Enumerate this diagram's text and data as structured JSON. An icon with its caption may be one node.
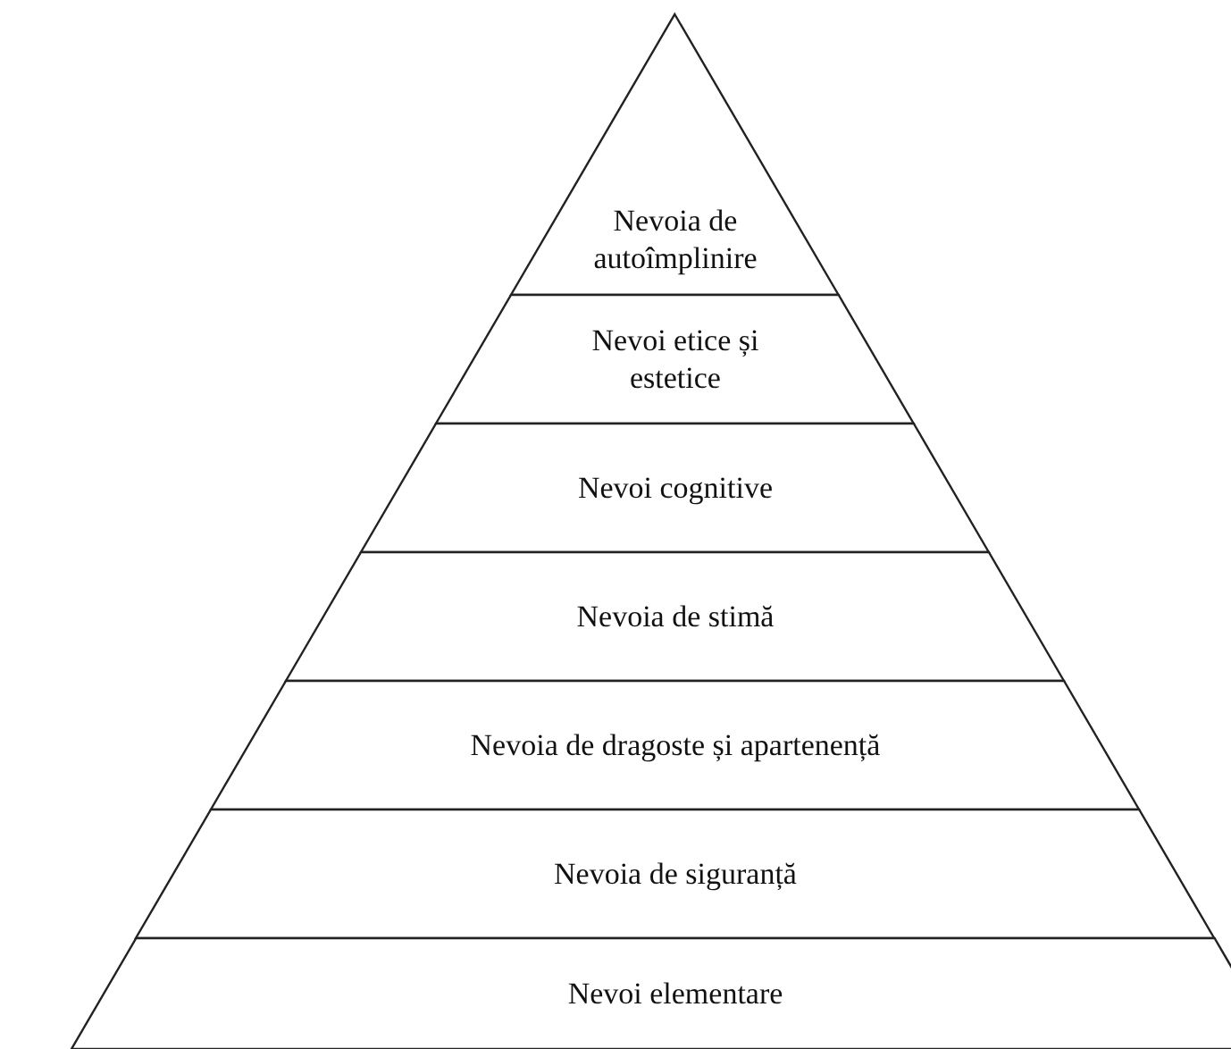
{
  "diagram": {
    "nodes": [
      {
        "text": [
          "Nevoia de autoîmplinire"
        ]
      },
      {
        "text": [
          "Nevoi etice și estetice"
        ]
      },
      {
        "text": [
          "Nevoi cognitive"
        ]
      },
      {
        "text": [
          "Nevoia de stimă"
        ]
      },
      {
        "text": [
          "Nevoia de dragoste și apartenență"
        ]
      },
      {
        "text": [
          "Nevoia de siguranță"
        ]
      },
      {
        "text": [
          "Nevoi elementare"
        ]
      }
    ]
  }
}
